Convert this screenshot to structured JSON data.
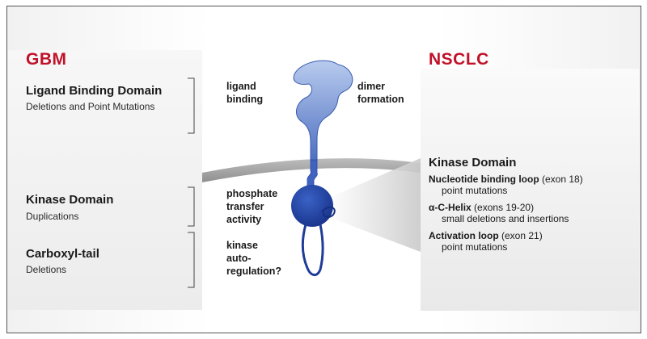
{
  "left": {
    "heading": "GBM",
    "domains": [
      {
        "title": "Ligand Binding Domain",
        "subtitle": "Deletions and Point Mutations"
      },
      {
        "title": "Kinase  Domain",
        "subtitle": "Duplications"
      },
      {
        "title": "Carboxyl-tail",
        "subtitle": "Deletions"
      }
    ]
  },
  "center": {
    "ligand_binding": [
      "ligand",
      "binding"
    ],
    "dimer_formation": [
      "dimer",
      "formation"
    ],
    "phosphate_transfer": [
      "phosphate",
      "transfer",
      "activity"
    ],
    "kinase_autoregulation": [
      "kinase",
      "auto-",
      "regulation?"
    ]
  },
  "right": {
    "heading": "NSCLC",
    "kinase_domain_title": "Kinase Domain",
    "items": [
      {
        "name": "Nucleotide binding loop",
        "detail": " (exon 18)",
        "sub": "point mutations"
      },
      {
        "name": "α-C-Helix",
        "detail": " (exons 19-20)",
        "sub": "small deletions and insertions"
      },
      {
        "name": "Activation loop",
        "detail": " (exon 21)",
        "sub": "point mutations"
      }
    ]
  },
  "colors": {
    "accent_red": "#c0122a",
    "receptor_light": "#a9bfe6",
    "receptor_dark": "#1e3f9a",
    "membrane": "#9a9a9a"
  }
}
